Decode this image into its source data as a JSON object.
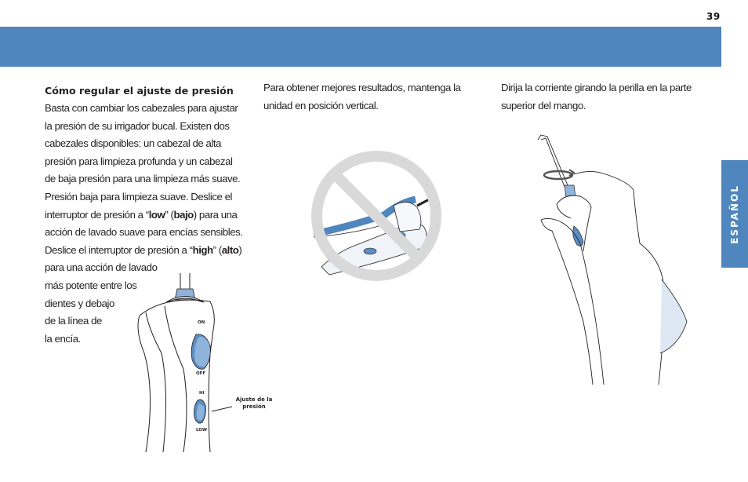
{
  "page": {
    "number": "39",
    "language_tab": "ESPAÑOL",
    "colors": {
      "accent": "#4f86bd",
      "light_blue": "#8fb3da",
      "prohibition_gray": "#d9d9d9"
    }
  },
  "column1": {
    "heading": "Cómo regular el ajuste de presión",
    "lines": [
      "Basta con cambiar los cabezales para ajustar",
      "la presión de su irrigador bucal. Existen dos",
      "cabezales disponibles: un cabezal de alta",
      "presión para limpieza profunda y un cabezal",
      "de baja presión para una limpieza más suave.",
      "Presión baja para limpieza suave. Deslice el"
    ],
    "low_line": {
      "pre": "interruptor de presión a “",
      "low": "low",
      "mid": "” (",
      "bajo": "bajo",
      "post": ") para una"
    },
    "line_after_low": "acción de lavado suave para encías sensibles.",
    "high_line": {
      "pre": "Deslice el interruptor de presión a “",
      "high": "high",
      "mid": "” (",
      "alto": "alto",
      "post": ")"
    },
    "tail_lines": [
      "para una acción de lavado",
      "más potente entre los",
      "dientes y debajo",
      "de la línea de",
      "la encía."
    ]
  },
  "figure1": {
    "labels": {
      "on": "ON",
      "off": "OFF",
      "hi": "HI",
      "low": "LOW"
    },
    "callout": [
      "Ajuste de la",
      "presión"
    ]
  },
  "column2": {
    "lines": [
      "Para obtener mejores resultados, mantenga la",
      "unidad en posición vertical."
    ]
  },
  "column3": {
    "lines": [
      "Dirija la corriente girando la perilla en la parte",
      "superior del mango."
    ]
  }
}
